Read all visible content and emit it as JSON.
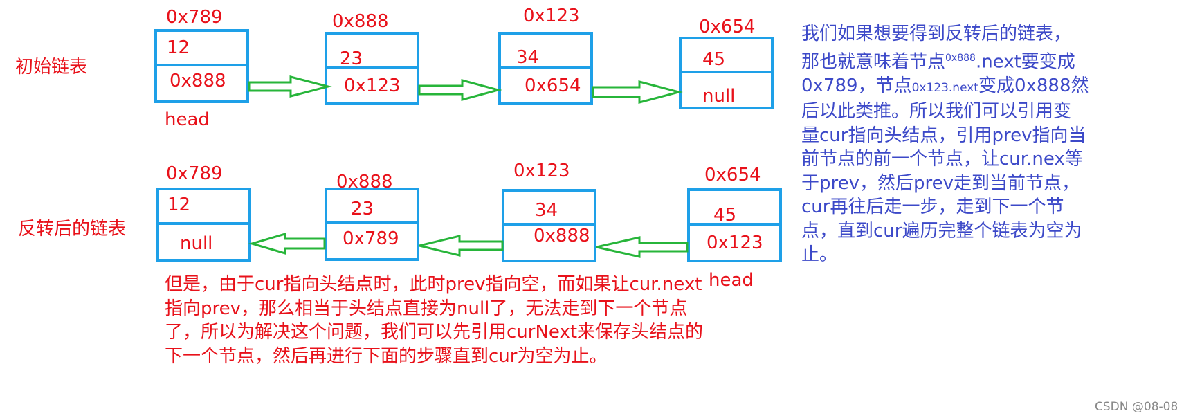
{
  "original": {
    "title": "初始链表",
    "nodes": [
      {
        "address": "0x789",
        "val": "12",
        "next": "0x888"
      },
      {
        "address": "0x888",
        "val": "23",
        "next": "0x123"
      },
      {
        "address": "0x123",
        "val": "34",
        "next": "0x654"
      },
      {
        "address": "0x654",
        "val": "45",
        "next": "null"
      }
    ],
    "head_label": "head"
  },
  "reversed": {
    "title": "反转后的链表",
    "nodes": [
      {
        "address": "0x789",
        "val": "12",
        "next": "null"
      },
      {
        "address": "0x888",
        "val": "23",
        "next": "0x789"
      },
      {
        "address": "0x123",
        "val": "34",
        "next": "0x888"
      },
      {
        "address": "0x654",
        "val": "45",
        "next": "0x123"
      }
    ],
    "head_label": "head"
  },
  "note_red": {
    "lines": [
      "但是，由于cur指向头结点时，此时prev指向空，而如果让cur.next",
      "指向prev，那么相当于头结点直接为null了，无法走到下一个节点",
      "了，所以为解决这个问题，我们可以先引用curNext来保存头结点的",
      "下一个节点，然后再进行下面的步骤直到cur为空为止。"
    ]
  },
  "note_blue": {
    "line1": "我们如果想要得到反转后的链表，",
    "line2_a": "那也就意味着节点",
    "line2_sup": "0x888",
    "line2_b": ".next要变成",
    "line3_a": "0x789，节点",
    "line3_small": "0x123.next",
    "line3_b": "变成0x888然",
    "rest": [
      "后以此类推。所以我们可以引用变",
      "量cur指向头结点，引用prev指向当",
      "前节点的前一个节点，让cur.nex等",
      "于prev，然后prev走到当前节点，",
      "cur再往后走一步，走到下一个节",
      "点，直到cur遍历完整个链表为空为",
      "止。"
    ]
  },
  "watermark": "CSDN @08-08",
  "colors": {
    "node_border": "#1ea0e8",
    "arrow": "#27b53a",
    "text_red": "#e8111a",
    "text_blue": "#3c49c8"
  }
}
